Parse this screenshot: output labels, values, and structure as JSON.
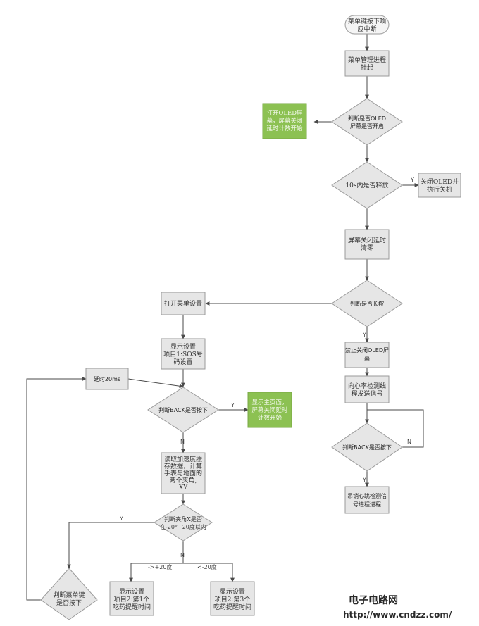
{
  "nodes": {
    "menu_interrupt": [
      "菜单键按下响",
      "应中断"
    ],
    "suspend_menu": [
      "菜单管理进程",
      "挂起"
    ],
    "check_oled_on": [
      "判断是否OLED",
      "屏幕是否开启"
    ],
    "open_oled": [
      "打开OLED屏",
      "幕，屏幕关闭",
      "延时计数开始"
    ],
    "release_10s": [
      "10s内是否释放"
    ],
    "close_oled_shutdown": [
      "关闭OLED并",
      "执行关机"
    ],
    "clear_delay": [
      "屏幕关闭延时",
      "清零"
    ],
    "check_long_press": [
      "判断是否长按"
    ],
    "open_menu_settings": [
      "打开菜单设置"
    ],
    "disable_close_oled": [
      "禁止关闭OLED屏",
      "幕"
    ],
    "show_sos": [
      "显示设置",
      "项目1:SOS号",
      "码设置"
    ],
    "delay_20ms": [
      "延时20ms"
    ],
    "send_signal": [
      "向心率检测线",
      "程发送信号"
    ],
    "check_back_left": [
      "判断BACK是否按下"
    ],
    "show_main_page": [
      "显示主页面，",
      "屏幕关闭延时",
      "计数开始"
    ],
    "check_back_right": [
      "判断BACK是否按下"
    ],
    "read_accel": [
      "读取加速度缓",
      "存数据，计算",
      "手表与地面的",
      "两个夹角,",
      "XY"
    ],
    "wake_heart": [
      "吊销心跳检测信",
      "号进程进程"
    ],
    "check_angle": [
      "判断夹角X是否",
      "在-20°+20度以内"
    ],
    "check_menu_key": [
      "判断菜单键",
      "是否按下"
    ],
    "show_item2": [
      "显示设置",
      "项目2:第1个",
      "吃药提醒时间"
    ],
    "show_item3": [
      "显示设置",
      "项目2:第3个",
      "吃药提醒时间"
    ]
  },
  "labels": {
    "yes_release": "Y",
    "yes_long": "Y",
    "yes_back_left": "Y",
    "no_back_left": "N",
    "no_back_right": "N",
    "yes_back_right": "Y",
    "yes_angle": "Y",
    "no_angle": "N",
    "gt_plus20": "->+20度",
    "lt_minus20": "<-20度"
  },
  "watermark": {
    "site_name": "电子电路网",
    "url": "http://www.cndzz.com/"
  },
  "colors": {
    "box_fill": "#e6e6e6",
    "green_fill": "#8cc152",
    "line": "#4a4a4a"
  }
}
